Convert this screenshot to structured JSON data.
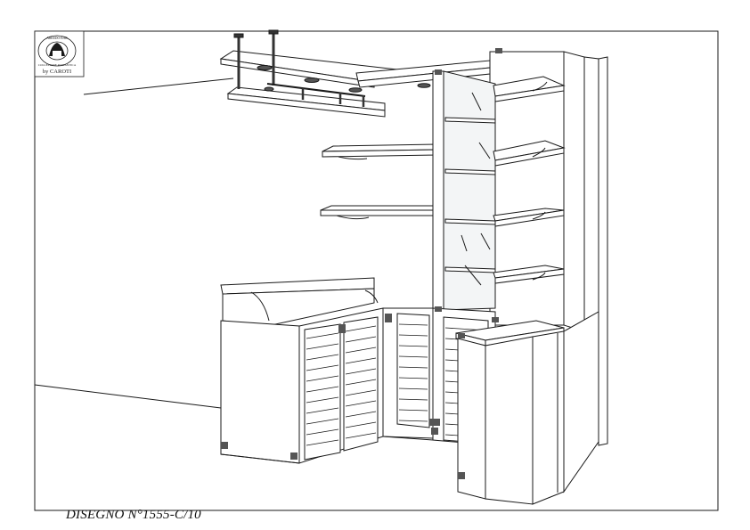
{
  "logo": {
    "arc_text": "ARREDO-BAR",
    "ring_text": "COLLEZIONE ROMANTICA",
    "brand": "by CAROTI"
  },
  "drawing_number": "DISEGNO N°1555-C/10",
  "colors": {
    "line": "#1a1a1a",
    "panel_fill": "#ffffff",
    "glass_fill": "#f3f5f6",
    "hardware": "#555555"
  },
  "icons": {
    "logo": "crest-logo-icon"
  }
}
